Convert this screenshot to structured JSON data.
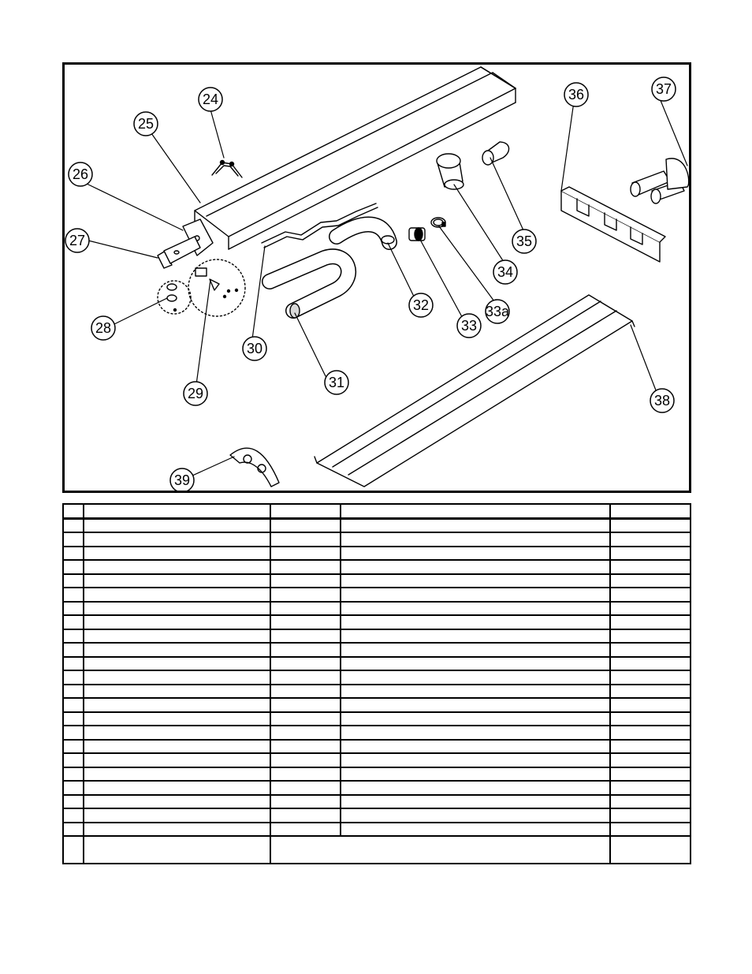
{
  "callouts": [
    "24",
    "25",
    "26",
    "27",
    "28",
    "29",
    "30",
    "31",
    "32",
    "33",
    "33a",
    "34",
    "35",
    "36",
    "37",
    "38",
    "39"
  ],
  "table": {
    "row_count": 25
  }
}
